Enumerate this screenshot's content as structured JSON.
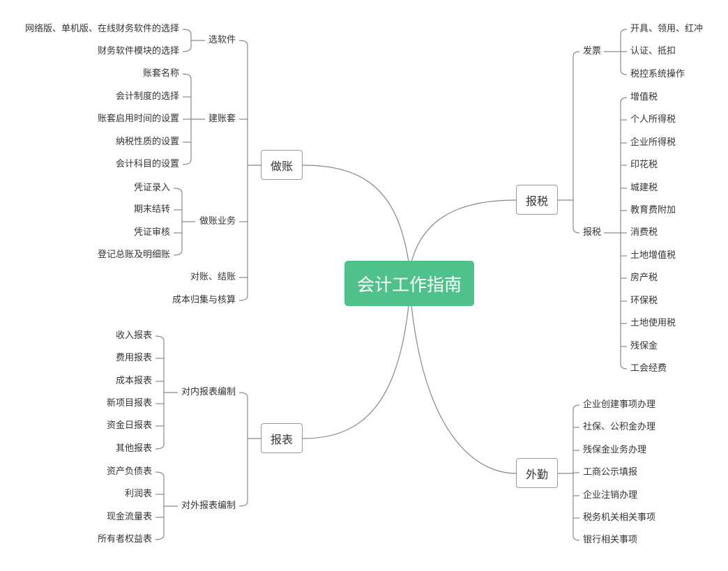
{
  "title": "会计工作指南",
  "colors": {
    "center": "#4fc18b",
    "line": "#888888",
    "text": "#333333"
  },
  "zuozhang": {
    "label": "做账",
    "groups": [
      {
        "label": "选软件",
        "items": [
          "网络版、单机版、在线财务软件的选择",
          "财务软件模块的选择"
        ]
      },
      {
        "label": "建账套",
        "items": [
          "账套名称",
          "会计制度的选择",
          "账套启用时间的设置",
          "纳税性质的设置",
          "会计科目的设置"
        ]
      },
      {
        "label": "做账业务",
        "items": [
          "凭证录入",
          "期末结转",
          "凭证审核",
          "登记总账及明细账"
        ]
      },
      {
        "label": "对账、结账",
        "items": []
      },
      {
        "label": "成本归集与核算",
        "items": []
      }
    ]
  },
  "baobiao": {
    "label": "报表",
    "groups": [
      {
        "label": "对内报表编制",
        "items": [
          "收入报表",
          "费用报表",
          "成本报表",
          "新项目报表",
          "资金日报表",
          "其他报表"
        ]
      },
      {
        "label": "对外报表编制",
        "items": [
          "资产负债表",
          "利润表",
          "现金流量表",
          "所有者权益表"
        ]
      }
    ]
  },
  "baoshui": {
    "label": "报税",
    "groups": [
      {
        "label": "发票",
        "items": [
          "开具、领用、红冲",
          "认证、抵扣",
          "税控系统操作"
        ]
      },
      {
        "label": "报税",
        "items": [
          "增值税",
          "个人所得税",
          "企业所得税",
          "印花税",
          "城建税",
          "教育费附加",
          "消费税",
          "土地增值税",
          "房产税",
          "环保税",
          "土地使用税",
          "残保金",
          "工会经费"
        ]
      }
    ]
  },
  "waiqin": {
    "label": "外勤",
    "groups": [
      {
        "label": "企业创建事项办理",
        "items": []
      },
      {
        "label": "社保、公积金办理",
        "items": []
      },
      {
        "label": "残保金业务办理",
        "items": []
      },
      {
        "label": "工商公示填报",
        "items": []
      },
      {
        "label": "企业注销办理",
        "items": []
      },
      {
        "label": "税务机关相关事项",
        "items": []
      },
      {
        "label": "银行相关事项",
        "items": []
      }
    ]
  }
}
